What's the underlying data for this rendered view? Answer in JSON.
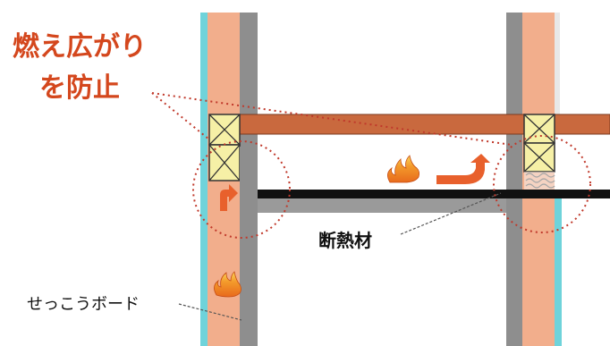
{
  "labels": {
    "fire_spread_line1": "燃え広がり",
    "fire_spread_line2": "を防止",
    "insulation": "断熱材",
    "gypsum_board": "せっこうボード"
  },
  "colors": {
    "stud_wood": "#f2ae8c",
    "board_gray": "#8e8e8e",
    "beam_wood": "#c9693e",
    "beam_outline": "#7a3a20",
    "block_yellow": "#f6f0a6",
    "cyan_sheathing": "#6fd3da",
    "insulation_black": "#111111",
    "label_red": "#d4471d",
    "arrow_orange": "#e8602c",
    "flame_orange": "#f39a2b",
    "dotted_red": "#c0392b"
  },
  "icons": {
    "fire_small": "flame-icon",
    "fire_large": "flame-icon",
    "fire_bottom": "flame-icon",
    "arrow_up": "curved-up-arrow-icon",
    "arrow_right_up": "curved-arrow-icon"
  }
}
